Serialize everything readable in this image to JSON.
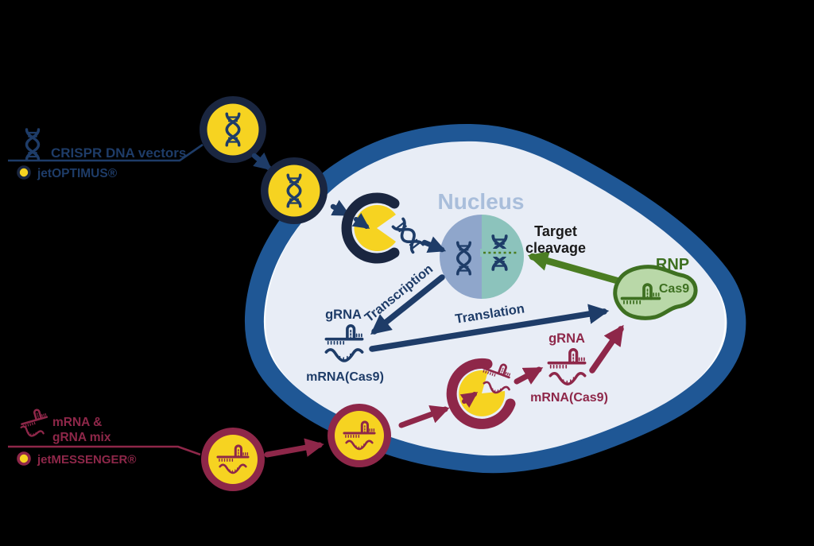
{
  "colors": {
    "background": "#000000",
    "navy": "#1e3c68",
    "navy_dark": "#1a2640",
    "yellow": "#f6d321",
    "maroon": "#8e2749",
    "green_dark": "#3e7021",
    "green_fill": "#b9d8a8",
    "green_arrow": "#4b7d22",
    "cell_border": "#1f5795",
    "cell_fill": "#e8edf6",
    "nucleus_left": "#8fa6cb",
    "nucleus_right": "#8cc3bc",
    "nucleus_label": "#a9bedb",
    "text_black": "#1a1a1a"
  },
  "legend_dna_vectors": {
    "icon": "dna-helix-icon",
    "title": "CRISPR DNA vectors",
    "dot_icon": "yellow-dot-icon",
    "reagent": "jetOPTIMUS®"
  },
  "legend_rna_mix": {
    "icon": "rna-mix-icon",
    "title_line1": "mRNA &",
    "title_line2": "gRNA mix",
    "dot_icon": "yellow-dot-icon",
    "reagent": "jetMESSENGER®"
  },
  "cell": {
    "nucleus_label": "Nucleus",
    "target_cleavage": {
      "line1": "Target",
      "line2": "cleavage"
    },
    "process_arrows": {
      "transcription": "Transcription",
      "translation": "Translation"
    },
    "rnp": {
      "label": "RNP",
      "cas9": "Cas9"
    },
    "dna_pathway": {
      "grna": "gRNA",
      "mrna": "mRNA(Cas9)"
    },
    "rna_pathway": {
      "grna": "gRNA",
      "mrna": "mRNA(Cas9)"
    }
  }
}
